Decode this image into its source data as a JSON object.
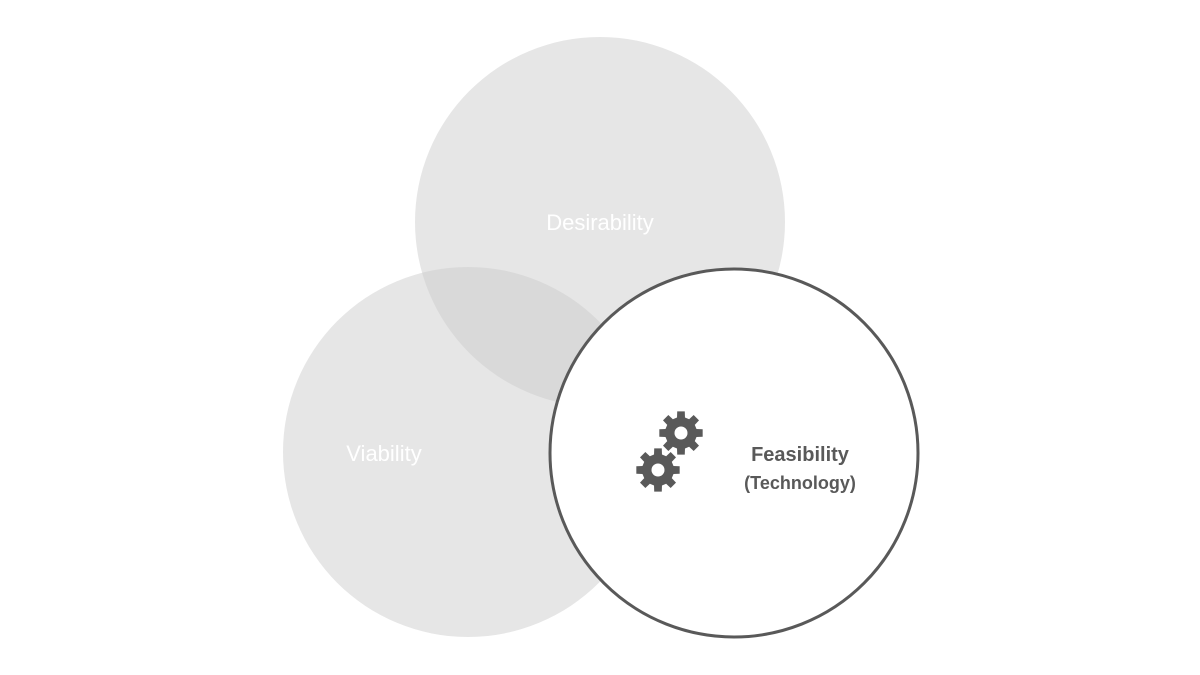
{
  "diagram": {
    "circles": [
      {
        "id": "desirability",
        "label": "Desirability"
      },
      {
        "id": "viability",
        "label": "Viability"
      },
      {
        "id": "feasibility",
        "label": "Feasibility",
        "sublabel": "(Technology)",
        "highlighted": true
      }
    ],
    "icon": "gears-icon",
    "colors": {
      "faded_fill": "#e6e6e6",
      "overlap_fill": "#d9d9d9",
      "highlight_fill": "#ffffff",
      "highlight_stroke": "#595959",
      "highlight_text": "#595959",
      "faded_text": "#ffffff"
    }
  }
}
